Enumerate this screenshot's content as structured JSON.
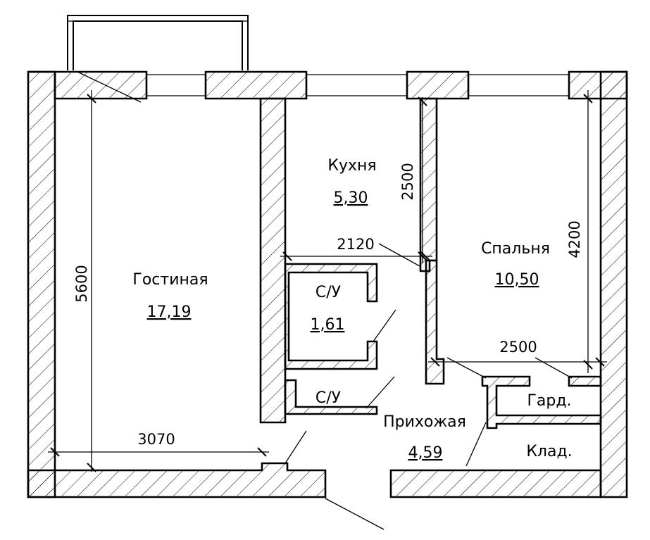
{
  "rooms": {
    "living": {
      "name": "Гостиная",
      "area": "17,19"
    },
    "kitchen": {
      "name": "Кухня",
      "area": "5,30"
    },
    "bedroom": {
      "name": "Спальня",
      "area": "10,50"
    },
    "bath1": {
      "name": "С/У",
      "area": "1,61"
    },
    "bath2": {
      "name": "С/У"
    },
    "hall": {
      "name": "Прихожая",
      "area": "4,59"
    },
    "wardrobe": {
      "name": "Гард."
    },
    "storage": {
      "name": "Клад."
    }
  },
  "dimensions": {
    "living_height": "5600",
    "living_width": "3070",
    "kitchen_height": "2500",
    "kitchen_width": "2120",
    "bedroom_height": "4200",
    "bedroom_width": "2500"
  }
}
